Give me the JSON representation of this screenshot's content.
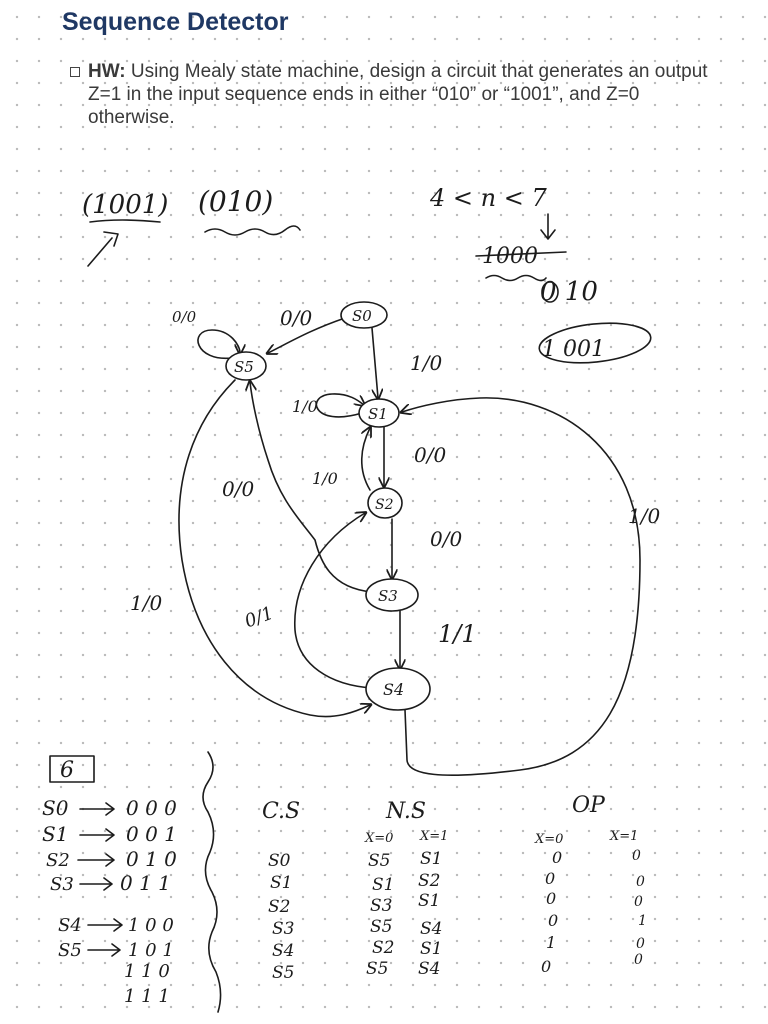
{
  "header": {
    "title": "Sequence Detector"
  },
  "assignment": {
    "label": "HW:",
    "text": "Using Mealy state machine, design a circuit that generates an output Z=1 in the input sequence ends in either “010” or “1001”, and Z=0 otherwise."
  },
  "notes": {
    "sequences": [
      "(1001)",
      "(010)"
    ],
    "range": "4 < n < 7",
    "crossed": "1000",
    "seq_a": "0 10",
    "seq_b": "1 001"
  },
  "diagram": {
    "states": [
      "S0",
      "S1",
      "S2",
      "S3",
      "S4",
      "S5"
    ],
    "transitions": [
      {
        "label": "0/0",
        "from": "S5",
        "to": "S5"
      },
      {
        "label": "0/0",
        "from": "S0",
        "to": "S5"
      },
      {
        "label": "1/0",
        "from": "S0",
        "to": "S1"
      },
      {
        "label": "1/0",
        "from": "S1",
        "to": "S1"
      },
      {
        "label": "0/0",
        "from": "S1",
        "to": "S2"
      },
      {
        "label": "1/0",
        "from": "S2",
        "to": "S1"
      },
      {
        "label": "0/0",
        "from": "S2",
        "to": "S3"
      },
      {
        "label": "0/0",
        "from": "S3",
        "to": "S5"
      },
      {
        "label": "1/1",
        "from": "S3",
        "to": "S4"
      },
      {
        "label": "0/1",
        "from": "S4",
        "to": "S2"
      },
      {
        "label": "1/0",
        "from": "S4",
        "to": "S1"
      },
      {
        "label": "1/0",
        "from": "S5",
        "to": "S4"
      }
    ]
  },
  "encoding": {
    "count": "6",
    "rows": [
      {
        "state": "S0",
        "code": "0 0 0"
      },
      {
        "state": "S1",
        "code": "0 0 1"
      },
      {
        "state": "S2",
        "code": "0 1 0"
      },
      {
        "state": "S3",
        "code": "0 1 1"
      },
      {
        "state": "S4",
        "code": "1 0 0"
      },
      {
        "state": "S5",
        "code": "1 0 1"
      },
      {
        "state": "",
        "code": "1 1 0"
      },
      {
        "state": "",
        "code": "1 1 1"
      }
    ]
  },
  "table": {
    "headers": {
      "cs": "C.S",
      "ns": "N.S",
      "op": "OP"
    },
    "subheaders": {
      "x0": "X=0",
      "x1": "X=1"
    },
    "rows": [
      {
        "cs": "S0",
        "ns0": "S5",
        "ns1": "S1",
        "op0": "0",
        "op1": "0"
      },
      {
        "cs": "S1",
        "ns0": "S1",
        "ns1": "S2",
        "op0": "0",
        "op1": "0"
      },
      {
        "cs": "S2",
        "ns0": "S3",
        "ns1": "S1",
        "op0": "0",
        "op1": "0"
      },
      {
        "cs": "S3",
        "ns0": "S5",
        "ns1": "S4",
        "op0": "0",
        "op1": "1"
      },
      {
        "cs": "S4",
        "ns0": "S2",
        "ns1": "S1",
        "op0": "1",
        "op1": "0"
      },
      {
        "cs": "S5",
        "ns0": "S5",
        "ns1": "S4",
        "op0": "0",
        "op1": "0"
      }
    ]
  }
}
